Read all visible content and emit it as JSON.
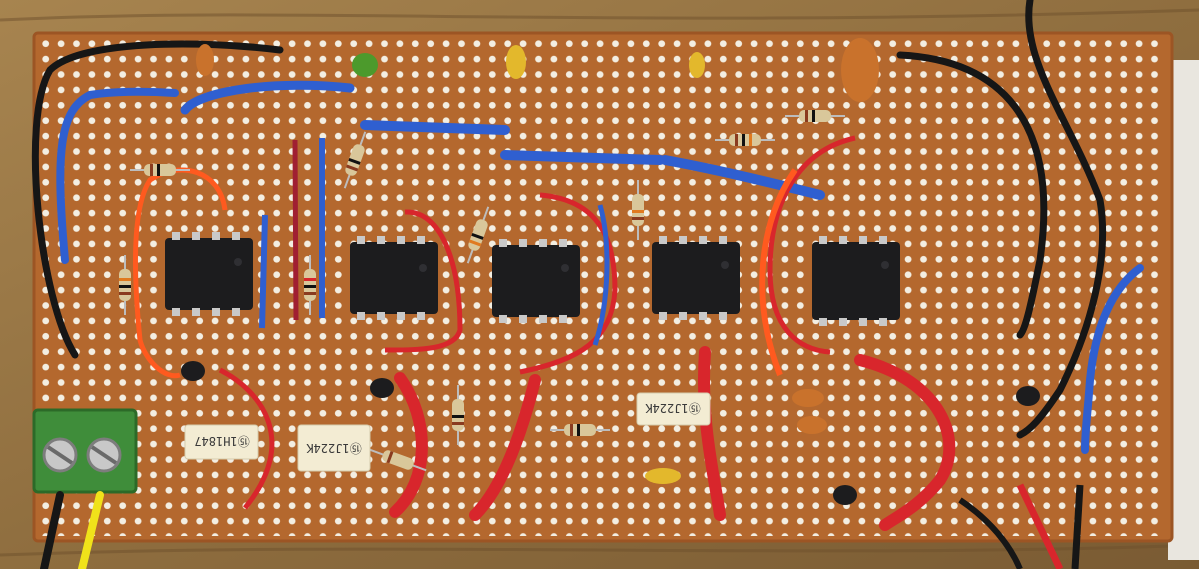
{
  "photo": {
    "colors": {
      "table": "#9a7848",
      "board": "#b4682e",
      "board_edge": "#9c5524",
      "hole": "#f3eee2",
      "chip": "#1c1c1e",
      "pin": "#c9c9c9",
      "wire_blue": "#2f5fd0",
      "wire_red": "#d8262c",
      "wire_black": "#161616",
      "wire_orange": "#ff5a1f",
      "wire_yellow": "#f0e21a",
      "terminal_block": "#3f8d3a",
      "capacitor_film": "#f3ecd3",
      "capacitor_ceramic": "#c9722c",
      "resistor_body": "#d9c79a"
    },
    "labels": {
      "cap_1": "⑮1H1847",
      "cap_2": "⑮1J224K",
      "cap_3": "⑮1J224K"
    },
    "chips": [
      {
        "name": "ic-1"
      },
      {
        "name": "ic-2"
      },
      {
        "name": "ic-3"
      },
      {
        "name": "ic-4"
      },
      {
        "name": "ic-5"
      }
    ]
  }
}
